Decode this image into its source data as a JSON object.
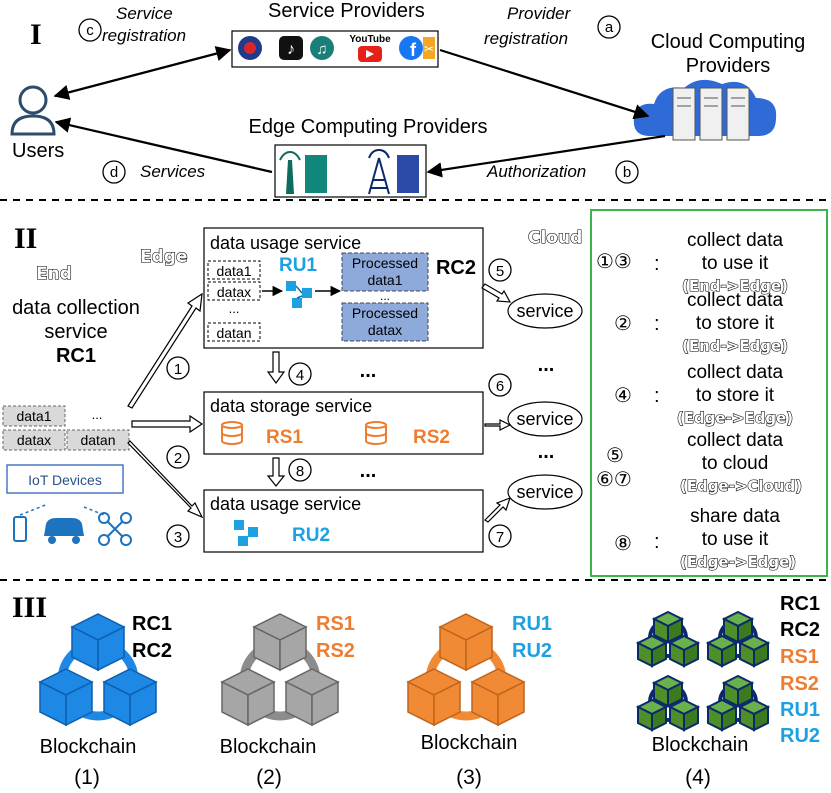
{
  "colors": {
    "blue_text": "#1da1e0",
    "orange_text": "#ed7d31",
    "green_border": "#3cb44b",
    "processed_fill": "#8eaadb",
    "chain_blue": "#1e88e5",
    "chain_gray": "#9e9e9e",
    "chain_orange": "#f08a34",
    "chain_green": "#4e8f2a"
  },
  "section1": {
    "label": "I",
    "service_providers": "Service Providers",
    "cloud_providers_line1": "Cloud Computing",
    "cloud_providers_line2": "Providers",
    "edge_providers": "Edge Computing Providers",
    "users": "Users",
    "service_registration_line1": "Service",
    "service_registration_line2": "registration",
    "provider_registration_line1": "Provider",
    "provider_registration_line2": "registration",
    "services": "Services",
    "authorization": "Authorization",
    "marker_a": "a",
    "marker_b": "b",
    "marker_c": "c",
    "marker_d": "d",
    "youtube_label": "YouTube"
  },
  "section2": {
    "label": "II",
    "end": "End",
    "edge": "Edge",
    "cloud": "Cloud",
    "dcs_line1": "data collection",
    "dcs_line2": "service",
    "rc1": "RC1",
    "rc2": "RC2",
    "data_usage_service": "data usage service",
    "data_storage_service": "data storage service",
    "ru1": "RU1",
    "ru2": "RU2",
    "rs1": "RS1",
    "rs2": "RS2",
    "data_items": [
      "data1",
      "datax",
      "...",
      "datan"
    ],
    "processed_line": "Processed",
    "processed_data1": "data1",
    "processed_datax": "datax",
    "ellipsis": "...",
    "device_data": [
      "data1",
      "...",
      "datax",
      "datan"
    ],
    "iot_devices": "IoT Devices",
    "service": "service",
    "circle_numbers": [
      "1",
      "2",
      "3",
      "4",
      "5",
      "6",
      "7",
      "8"
    ]
  },
  "legend": {
    "entries": [
      {
        "markers": "①③",
        "line1": "collect data",
        "line2": "to use it",
        "line3": "(End->Edge)"
      },
      {
        "markers": "②",
        "line1": "collect data",
        "line2": "to store it",
        "line3": "(End->Edge)"
      },
      {
        "markers": "④",
        "line1": "collect data",
        "line2": "to store it",
        "line3": "(Edge->Edge)"
      },
      {
        "markers": "⑤⑥⑦",
        "line1": "collect data",
        "line2": "to cloud",
        "line3": "(Edge->Cloud)"
      },
      {
        "markers": "⑧",
        "line1": "share data",
        "line2": "to use it",
        "line3": "(Edge->Edge)"
      }
    ],
    "colon": ":"
  },
  "section3": {
    "label": "III",
    "blockchain": "Blockchain",
    "chains": [
      {
        "index": "(1)",
        "labels": [
          "RC1",
          "RC2"
        ]
      },
      {
        "index": "(2)",
        "labels": [
          "RS1",
          "RS2"
        ]
      },
      {
        "index": "(3)",
        "labels": [
          "RU1",
          "RU2"
        ]
      },
      {
        "index": "(4)",
        "labels": [
          "RC1",
          "RC2",
          "RS1",
          "RS2",
          "RU1",
          "RU2"
        ]
      }
    ]
  }
}
